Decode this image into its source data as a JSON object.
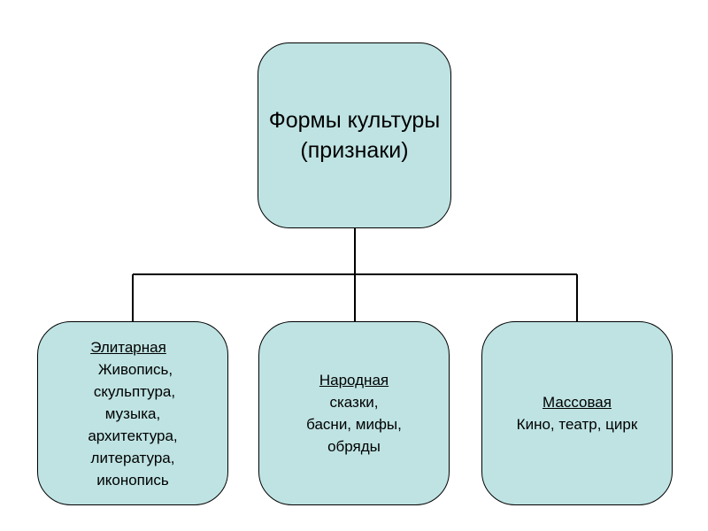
{
  "root": {
    "line1": "Формы культуры",
    "line2": "(признаки)"
  },
  "children": [
    {
      "title": "Элитарная",
      "items": [
        "Живопись,",
        "скульптура,",
        "музыка,",
        "архитектура,",
        "литература,",
        "иконопись"
      ]
    },
    {
      "title": "Народная",
      "items": [
        "сказки,",
        "басни, мифы,",
        "обряды"
      ]
    },
    {
      "title": "Массовая",
      "items": [
        "Кино, театр, цирк"
      ]
    }
  ],
  "colors": {
    "box_fill": "#bfe3e3",
    "border": "#000000",
    "background": "#ffffff"
  }
}
